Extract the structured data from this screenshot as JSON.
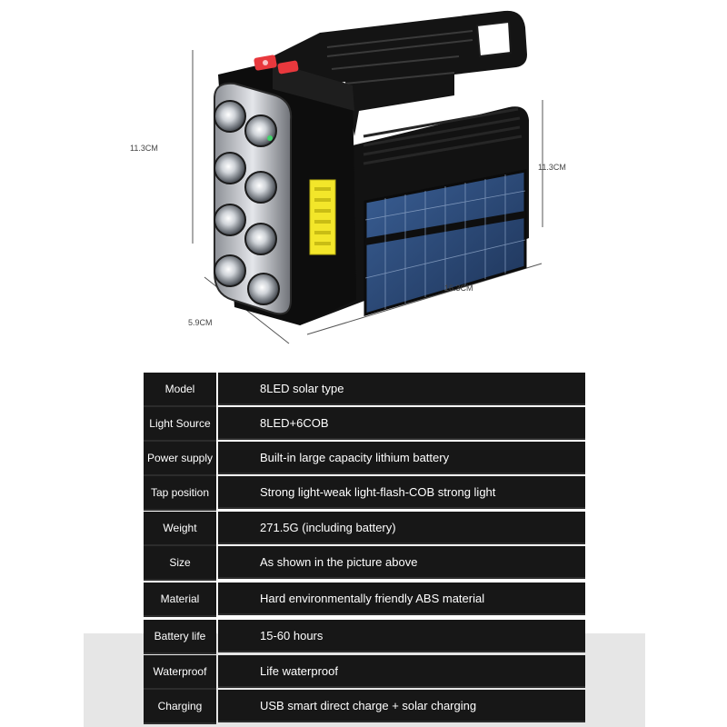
{
  "dimensions": {
    "height_left": "11.3CM",
    "height_right": "11.3CM",
    "length": "16.3CM",
    "width": "5.9CM"
  },
  "colors": {
    "table_cell": "#171717",
    "body_black": "#121212",
    "switch_red": "#e8383d",
    "cob_yellow": "#f3e62a",
    "solar_blue": "#2f4f7f"
  },
  "specs": [
    {
      "label": "Model",
      "value": "8LED solar type"
    },
    {
      "label": "Light Source",
      "value": "8LED+6COB"
    },
    {
      "label": "Power supply",
      "value": "Built-in large capacity lithium battery"
    },
    {
      "label": "Tap position",
      "value": "Strong light-weak light-flash-COB strong light"
    },
    {
      "label": "Weight",
      "value": "271.5G (including battery)"
    },
    {
      "label": "Size",
      "value": "As shown in the picture above"
    },
    {
      "label": "Material",
      "value": "Hard environmentally friendly ABS material"
    },
    {
      "label": "Battery life",
      "value": "15-60 hours"
    },
    {
      "label": "Waterproof",
      "value": "Life waterproof"
    },
    {
      "label": "Charging",
      "value": "USB smart direct charge + solar charging"
    }
  ]
}
